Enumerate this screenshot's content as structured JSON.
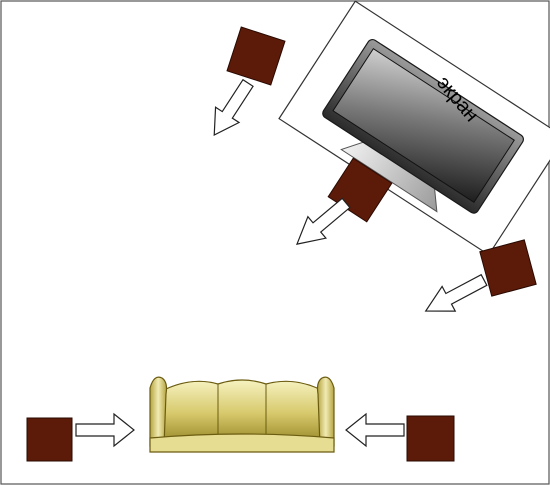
{
  "diagram": {
    "screen_label": "экран",
    "colors": {
      "speaker_fill": "#5c1a08",
      "speaker_stroke": "#2a0a02",
      "arrow_fill": "#ffffff",
      "arrow_stroke": "#222222",
      "frame_stroke": "#333333",
      "tv_dark": "#2b2b2b",
      "tv_mid": "#6e6e6e",
      "tv_light": "#d0d0d0",
      "sofa_light": "#f4f0b8",
      "sofa_dark": "#9a8a2c",
      "sofa_line": "#6b5c10"
    },
    "speakers": [
      "front-left-speaker",
      "center-speaker",
      "front-right-speaker",
      "surround-left-speaker",
      "surround-right-speaker"
    ]
  }
}
